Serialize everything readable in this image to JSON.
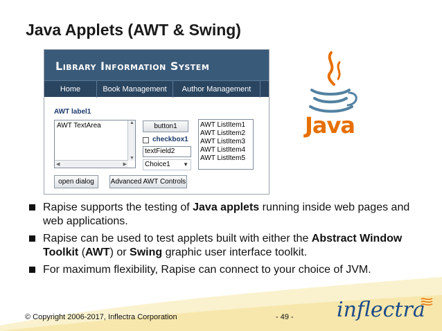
{
  "slide": {
    "title": "Java Applets (AWT & Swing)"
  },
  "applet": {
    "header_title": "Library Information System",
    "nav": [
      "Home",
      "Book Management",
      "Author Management"
    ],
    "awt_label": "AWT label1",
    "textarea_value": "AWT TextArea",
    "button1_label": "button1",
    "checkbox_label": "checkbox1",
    "checkbox_checked": false,
    "textfield_value": "textField2",
    "choice_value": "Choice1",
    "list_items": [
      "AWT ListItem1",
      "AWT ListItem2",
      "AWT ListItem3",
      "AWT ListItem4",
      "AWT ListItem5"
    ],
    "open_dialog_label": "open dialog",
    "advanced_label": "Advanced AWT Controls"
  },
  "java_logo": {
    "wordmark": "Java",
    "color": "#e76f00",
    "cup_color": "#5382a1"
  },
  "bullets": [
    {
      "parts": [
        {
          "text": "Rapise supports the testing of ",
          "bold": false
        },
        {
          "text": "Java applets",
          "bold": true
        },
        {
          "text": " running inside web pages and web applications.",
          "bold": false
        }
      ]
    },
    {
      "parts": [
        {
          "text": "Rapise can be used to test applets built with either the ",
          "bold": false
        },
        {
          "text": "Abstract Window Toolkit",
          "bold": true
        },
        {
          "text": " (",
          "bold": false
        },
        {
          "text": "AWT",
          "bold": true
        },
        {
          "text": ") or ",
          "bold": false
        },
        {
          "text": "Swing",
          "bold": true
        },
        {
          "text": " graphic user interface toolkit.",
          "bold": false
        }
      ]
    },
    {
      "parts": [
        {
          "text": " For maximum flexibility, Rapise can connect to your choice of JVM.",
          "bold": false
        }
      ]
    }
  ],
  "footer": {
    "copyright": "© Copyright 2006-2017, Inflectra Corporation",
    "page": "- 49 -",
    "brand": "inflectra",
    "brand_color": "#1b4a88",
    "swoosh_color": "#f5e7a6"
  }
}
